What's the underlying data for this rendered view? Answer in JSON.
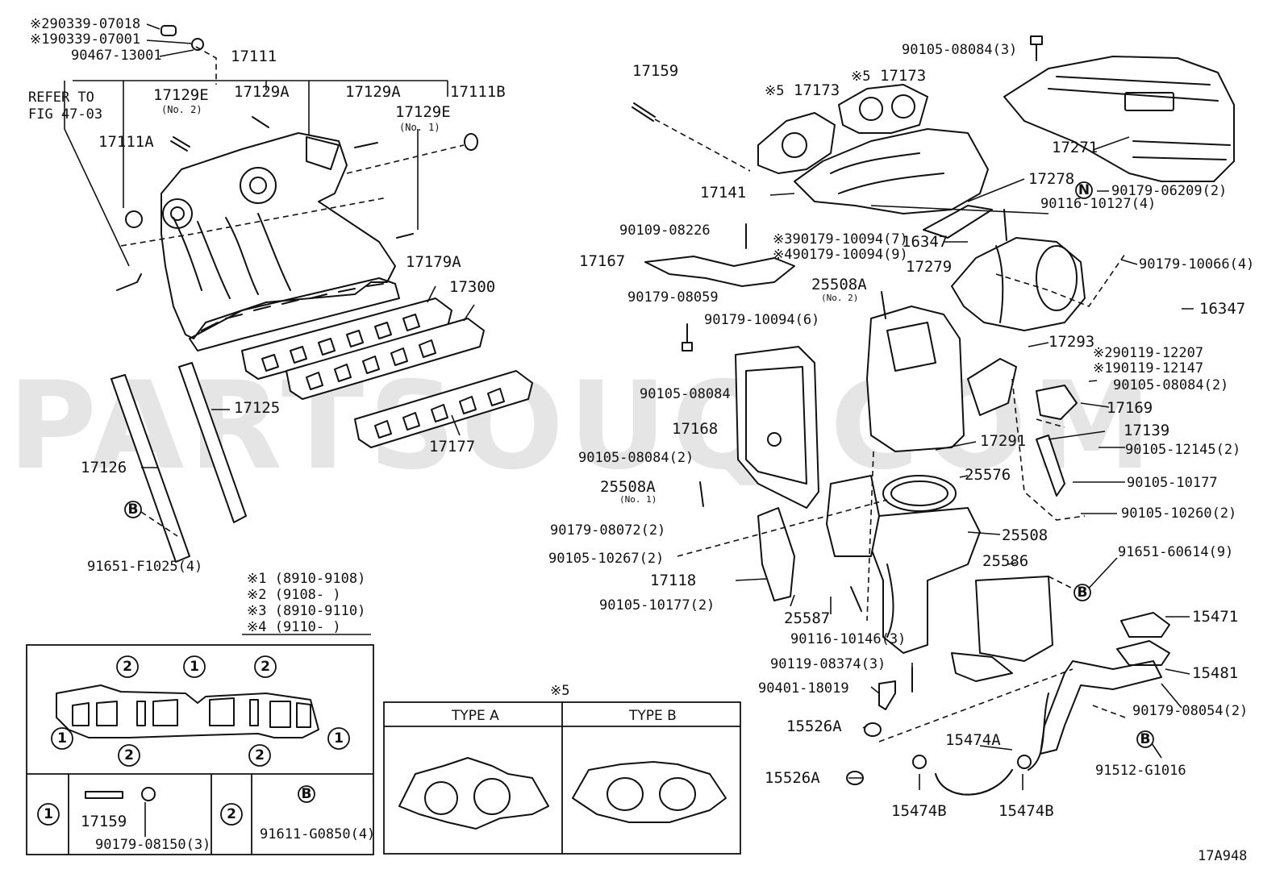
{
  "diagram_id": "17A948",
  "watermark": "PARTSOUQ.COM",
  "refer_to": [
    "REFER TO",
    "FIG 47-03"
  ],
  "labels": {
    "l1": "90339-07018",
    "l2": "90339-07001",
    "l3": "90467-13001",
    "l4": "17111",
    "l5": "17129E",
    "l6": "(No. 2)",
    "l7": "17129A",
    "l8": "17129A",
    "l9": "17129E",
    "l10": "(No. 1)",
    "l11": "17111B",
    "l12": "17111A",
    "l13": "17179A",
    "l14": "17300",
    "l15": "17125",
    "l16": "17177",
    "l17": "17126",
    "l18": "91651-F1025(4)",
    "r1": "17159",
    "r2": "17173",
    "r3": "17173",
    "r4": "90105-08084(3)",
    "r5": "17271",
    "r6": "17141",
    "r7": "17278",
    "r8": "90179-06209(2)",
    "r9": "90116-10127(4)",
    "r10": "90109-08226",
    "r11": "90179-10094(7)",
    "r12": "90179-10094(9)",
    "r13": "16347",
    "r14": "17167",
    "r15": "17279",
    "r16": "90179-10066(4)",
    "r17": "90179-08059",
    "r18": "25508A",
    "r19": "(No. 2)",
    "r20": "16347",
    "r21": "90179-10094(6)",
    "r22": "17293",
    "r23": "90119-12207",
    "r24": "90119-12147",
    "r25": "90105-08084(2)",
    "r26": "90105-08084",
    "r27": "17169",
    "r28": "17168",
    "r29": "17139",
    "r30": "17291",
    "r31": "90105-12145(2)",
    "r32": "90105-08084(2)",
    "r33": "25576",
    "r34": "25508A",
    "r35": "(No. 1)",
    "r36": "90105-10177",
    "r37": "90179-08072(2)",
    "r38": "90105-10260(2)",
    "r39": "25508",
    "r40": "91651-60614(9)",
    "r41": "90105-10267(2)",
    "r42": "25586",
    "r43": "17118",
    "r44": "90105-10177(2)",
    "r45": "25587",
    "r46": "15471",
    "r47": "90116-10146(3)",
    "r48": "15481",
    "r49": "90119-08374(3)",
    "r50": "90401-18019",
    "r51": "90179-08054(2)",
    "r52": "15526A",
    "r53": "15474A",
    "r54": "91512-G1016",
    "r55": "15526A",
    "r56": "15474B",
    "r57": "15474B"
  },
  "mark_prefixes": {
    "m1": "※2",
    "m2": "※1",
    "m3": "※5",
    "m4": "※5",
    "m5": "※3",
    "m6": "※4",
    "m7": "※2",
    "m8": "※1"
  },
  "circle_marks": {
    "n": "N",
    "b": "B",
    "one": "1",
    "two": "2"
  },
  "legend": [
    {
      "mark": "※1",
      "range": "(8910-9108)"
    },
    {
      "mark": "※2",
      "range": "(9108-     )"
    },
    {
      "mark": "※3",
      "range": "(8910-9110)"
    },
    {
      "mark": "※4",
      "range": "(9110-     )"
    }
  ],
  "kit_box": {
    "cell1_part": "17159",
    "cell1_bolt": "90179-08150(3)",
    "cell2_part": "91611-G0850(4)"
  },
  "type_box": {
    "header": "※5",
    "type_a": "TYPE A",
    "type_b": "TYPE B"
  }
}
